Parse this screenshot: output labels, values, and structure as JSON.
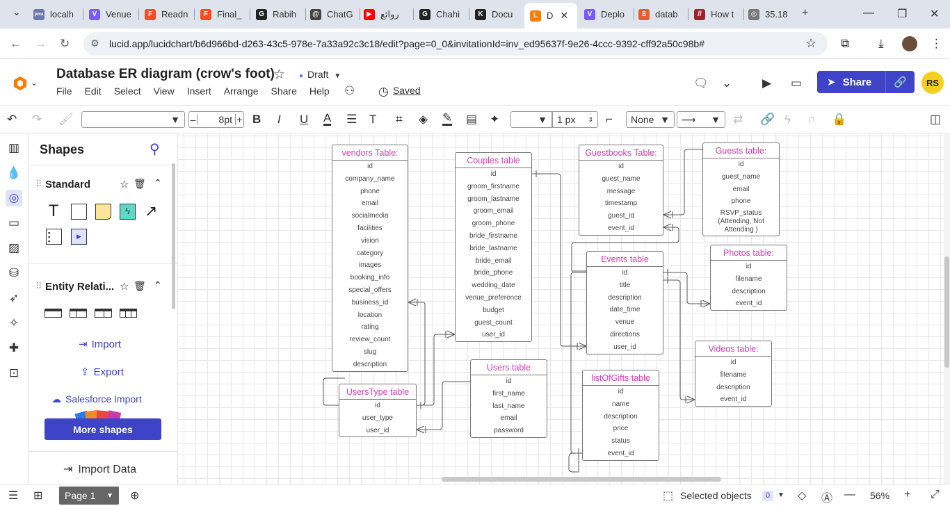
{
  "browser": {
    "tabs": [
      {
        "label": "localh",
        "color": "#6c78af",
        "glyph": "pma"
      },
      {
        "label": "Venue",
        "color": "#7a5af8",
        "glyph": "V"
      },
      {
        "label": "Readn",
        "color": "#f24e1e",
        "glyph": "F"
      },
      {
        "label": "Final_",
        "color": "#f24e1e",
        "glyph": "F"
      },
      {
        "label": "Rabih",
        "color": "#222222",
        "glyph": "G"
      },
      {
        "label": "ChatG",
        "color": "#444444",
        "glyph": "@"
      },
      {
        "label": "روائع",
        "color": "#ff0000",
        "glyph": "▶"
      },
      {
        "label": "Chahi",
        "color": "#222222",
        "glyph": "G"
      },
      {
        "label": "Docu",
        "color": "#222222",
        "glyph": "K"
      },
      {
        "label": "D",
        "color": "#ff7a00",
        "glyph": "L"
      },
      {
        "label": "Deplo",
        "color": "#7a5af8",
        "glyph": "V"
      },
      {
        "label": "datab",
        "color": "#e65c2e",
        "glyph": "S"
      },
      {
        "label": "How t",
        "color": "#a0212b",
        "glyph": "//"
      },
      {
        "label": "35.18",
        "color": "#777777",
        "glyph": "◎"
      }
    ],
    "url": "lucid.app/lucidchart/b6d966bd-d263-43c5-978e-7a33a92c3c18/edit?page=0_0&invitationId=inv_ed95637f-9e26-4ccc-9392-cff92a50c98b#"
  },
  "header": {
    "title": "Database ER diagram (crow's foot)",
    "status": "Draft",
    "saved": "Saved",
    "menu": [
      "File",
      "Edit",
      "Select",
      "View",
      "Insert",
      "Arrange",
      "Share",
      "Help"
    ],
    "share_label": "Share",
    "avatar": "RS"
  },
  "toolbar": {
    "font_size": "8pt",
    "line_width": "1 px",
    "line_end": "None"
  },
  "panel": {
    "title": "Shapes",
    "standard": "Standard",
    "entity": "Entity Relati...",
    "import": "Import",
    "export": "Export",
    "salesforce": "Salesforce Import",
    "more_shapes": "More shapes",
    "import_data": "Import Data"
  },
  "tables": [
    {
      "key": "vendors",
      "title": "vendors Table:",
      "rows": [
        "id",
        "company_name",
        "phone",
        "email",
        "socialmedia",
        "facilities",
        "vision",
        "category",
        "images",
        "booking_info",
        "special_offers",
        "business_id",
        "location",
        "rating",
        "review_count",
        "slug",
        "description"
      ]
    },
    {
      "key": "couples",
      "title": "Couples table",
      "rows": [
        "id",
        "groom_firstname",
        "groom_lastname",
        "groom_email",
        "groom_phone",
        "bride_firstname",
        "bride_lastname",
        "bride_email",
        "bride_phone",
        "wedding_date",
        "venue_preference",
        "budget",
        "guest_count",
        "user_id"
      ]
    },
    {
      "key": "guestbooks",
      "title": "Guestbooks Table:",
      "rows": [
        "id",
        "guest_name",
        "message",
        "timestamp",
        "guest_id",
        "event_id"
      ]
    },
    {
      "key": "guests",
      "title": "Guests table:",
      "rows": [
        "id",
        "guest_name",
        "email",
        "phone",
        "RSVP_status (Attending, Not Attending )"
      ]
    },
    {
      "key": "events",
      "title": "Events table",
      "rows": [
        "id",
        "title",
        "description",
        "date_time",
        "venue",
        "directions",
        "user_id"
      ]
    },
    {
      "key": "photos",
      "title": "Photos table:",
      "rows": [
        "id",
        "filename",
        "description",
        "event_id"
      ]
    },
    {
      "key": "videos",
      "title": "Videos table:",
      "rows": [
        "id",
        "filename",
        "description",
        "event_id"
      ]
    },
    {
      "key": "users",
      "title": "Users table",
      "rows": [
        "id",
        "first_name",
        "last_name",
        "email",
        "password"
      ]
    },
    {
      "key": "userstype",
      "title": "UsersType table",
      "rows": [
        "id",
        "user_type",
        "user_id"
      ]
    },
    {
      "key": "gifts",
      "title": "listOfGifts table",
      "rows": [
        "id",
        "name",
        "description",
        "price",
        "status",
        "event_id"
      ]
    }
  ],
  "bottom": {
    "page": "Page 1",
    "selected": "Selected objects",
    "selected_count": "0",
    "zoom": "56%"
  }
}
